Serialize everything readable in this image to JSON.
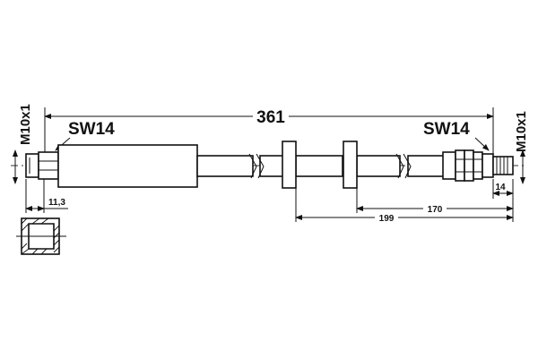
{
  "dimensions": {
    "overall_length": "361",
    "fitting_left_thread": "M10x1",
    "fitting_right_thread": "M10x1",
    "wrench_size_left": "SW14",
    "wrench_size_right": "SW14",
    "left_fitting_length": "11,3",
    "right_fitting_length": "14",
    "dim_to_first_clip": "199",
    "dim_to_second_clip": "170"
  }
}
